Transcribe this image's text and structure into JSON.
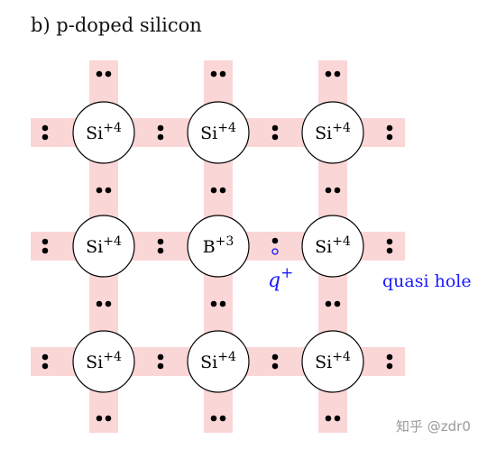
{
  "title": "b) p-doped silicon",
  "colors": {
    "bond_band": "#fbd6d6",
    "electron": "#000000",
    "atom_fill": "#ffffff",
    "atom_stroke": "#000000",
    "annotation": "#1a1aff",
    "watermark": "#9a9a9a"
  },
  "lattice": {
    "rows": [
      [
        {
          "symbol": "Si",
          "charge": "+4"
        },
        {
          "symbol": "Si",
          "charge": "+4"
        },
        {
          "symbol": "Si",
          "charge": "+4"
        }
      ],
      [
        {
          "symbol": "Si",
          "charge": "+4"
        },
        {
          "symbol": "B",
          "charge": "+3"
        },
        {
          "symbol": "Si",
          "charge": "+4"
        }
      ],
      [
        {
          "symbol": "Si",
          "charge": "+4"
        },
        {
          "symbol": "Si",
          "charge": "+4"
        },
        {
          "symbol": "Si",
          "charge": "+4"
        }
      ]
    ],
    "hole_site": {
      "row": 1,
      "between_columns": [
        1,
        2
      ]
    }
  },
  "annotations": {
    "hole_charge_symbol": "q",
    "hole_charge_sign": "+",
    "quasi_hole_label": "quasi hole"
  },
  "watermark": "知乎 @zdr0"
}
